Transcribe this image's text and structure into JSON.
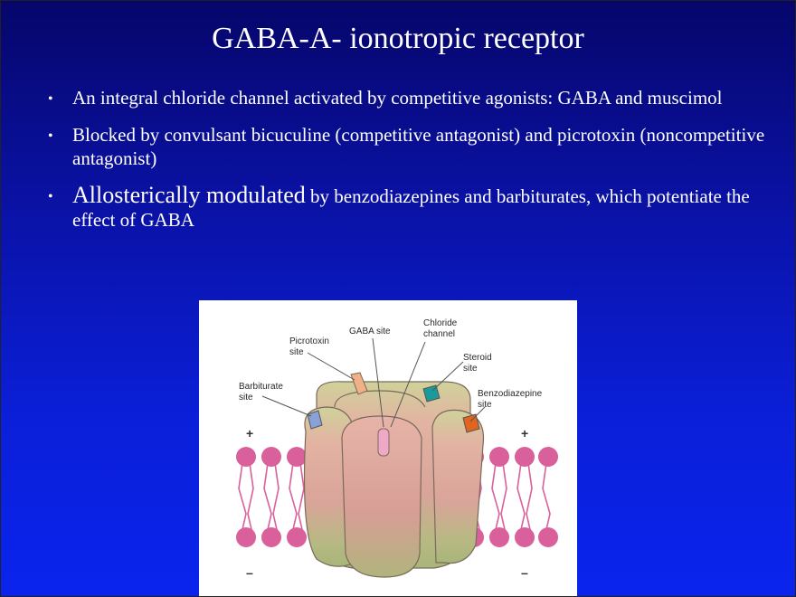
{
  "slide": {
    "title": "GABA-A- ionotropic receptor",
    "bullets": [
      {
        "text": "An integral chloride channel activated by competitive agonists: GABA and muscimol"
      },
      {
        "text": "Blocked by convulsant bicuculine (competitive antagonist) and picrotoxin (noncompetitive antagonist)"
      },
      {
        "lead": "Allosterically modulated",
        "text": " by benzodiazepines and barbiturates, which potentiate the effect of GABA"
      }
    ],
    "bullet_glyph": "•"
  },
  "figure": {
    "labels": {
      "picrotoxin_1": "Picrotoxin",
      "picrotoxin_2": "site",
      "gaba": "GABA site",
      "chloride_1": "Chloride",
      "chloride_2": "channel",
      "steroid_1": "Steroid",
      "steroid_2": "site",
      "barbiturate_1": "Barbiturate",
      "barbiturate_2": "site",
      "benzo_1": "Benzodiazepine",
      "benzo_2": "site"
    },
    "signs": {
      "plus": "+",
      "minus": "–"
    },
    "colors": {
      "membrane_head": "#d9609a",
      "protein": "#d9a49a",
      "protein_top": "#cfd29a",
      "protein_bottom": "#a9b57a",
      "picrotoxin_site": "#f2b086",
      "gaba_site": "#f0a8c8",
      "chloride_site": "#1b9a9a",
      "barbiturate_site": "#8aa0d8",
      "benzo_site": "#e2641e"
    }
  }
}
